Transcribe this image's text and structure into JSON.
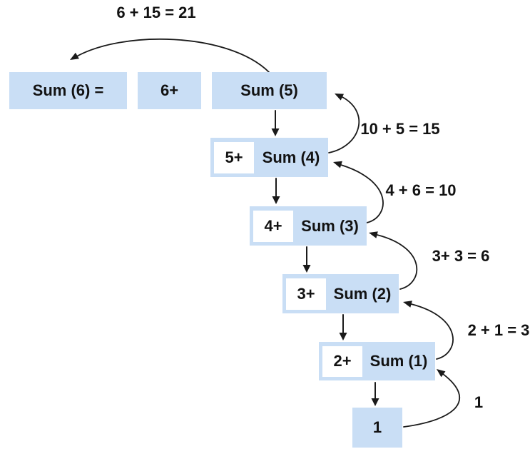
{
  "boxes": {
    "sum6": {
      "label": "Sum (6) ="
    },
    "plus6": {
      "label": "6+"
    },
    "sum5": {
      "label": "Sum (5)"
    },
    "sum4": {
      "prefix": "5+",
      "label": "Sum (4)"
    },
    "sum3": {
      "prefix": "4+",
      "label": "Sum (3)"
    },
    "sum2": {
      "prefix": "3+",
      "label": "Sum (2)"
    },
    "sum1": {
      "prefix": "2+",
      "label": "Sum (1)"
    },
    "base": {
      "label": "1"
    }
  },
  "return_labels": {
    "total": "6 + 15 = 21",
    "from5": "10 + 5 = 15",
    "from4": "4 + 6 = 10",
    "from3": "3+ 3 = 6",
    "from2": "2 + 1 = 3",
    "from1": "1"
  },
  "colors": {
    "background": "#FFFFFF",
    "box_fill": "#C9DEF5",
    "inner_box_fill": "#FFFFFF",
    "arrow": "#1A1A1A",
    "text": "#121212"
  }
}
